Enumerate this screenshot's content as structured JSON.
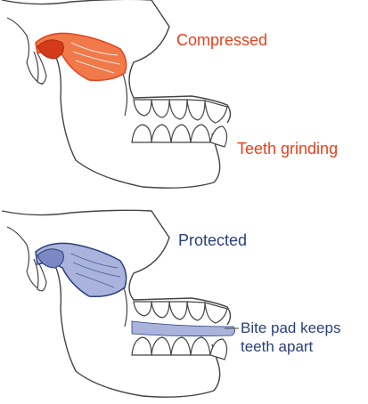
{
  "top_panel": {
    "joint_label": "Compressed",
    "teeth_label": "Teeth grinding",
    "accent_color": "#e8401c",
    "joint_fill": "#f07a4a"
  },
  "bottom_panel": {
    "joint_label": "Protected",
    "pad_label_line1": "Bite pad keeps",
    "pad_label_line2": "teeth apart",
    "accent_color": "#2b3f7a",
    "joint_fill": "#a9b3dc"
  },
  "line_color": "#444444"
}
